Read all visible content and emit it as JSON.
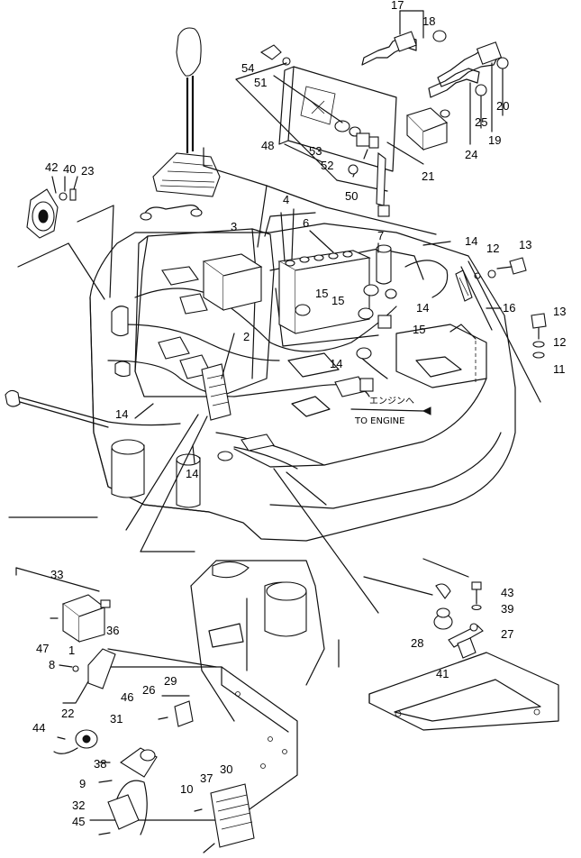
{
  "callouts": [
    {
      "id": "c17",
      "text": "17"
    },
    {
      "id": "c18",
      "text": "18"
    },
    {
      "id": "c54",
      "text": "54"
    },
    {
      "id": "c51",
      "text": "51"
    },
    {
      "id": "c20",
      "text": "20"
    },
    {
      "id": "c25",
      "text": "25"
    },
    {
      "id": "c24",
      "text": "24"
    },
    {
      "id": "c19",
      "text": "19"
    },
    {
      "id": "c48",
      "text": "48"
    },
    {
      "id": "c53",
      "text": "53"
    },
    {
      "id": "c52",
      "text": "52"
    },
    {
      "id": "c21",
      "text": "21"
    },
    {
      "id": "c50",
      "text": "50"
    },
    {
      "id": "c42",
      "text": "42"
    },
    {
      "id": "c40",
      "text": "40"
    },
    {
      "id": "c23",
      "text": "23"
    },
    {
      "id": "c3",
      "text": "3"
    },
    {
      "id": "c4",
      "text": "4"
    },
    {
      "id": "c6",
      "text": "6"
    },
    {
      "id": "c7",
      "text": "7"
    },
    {
      "id": "c14a",
      "text": "14"
    },
    {
      "id": "c12a",
      "text": "12"
    },
    {
      "id": "c13a",
      "text": "13"
    },
    {
      "id": "c15a",
      "text": "15"
    },
    {
      "id": "c15b",
      "text": "15"
    },
    {
      "id": "c14b",
      "text": "14"
    },
    {
      "id": "c15c",
      "text": "15"
    },
    {
      "id": "c16",
      "text": "16"
    },
    {
      "id": "c13b",
      "text": "13"
    },
    {
      "id": "c12b",
      "text": "12"
    },
    {
      "id": "c11",
      "text": "11"
    },
    {
      "id": "c2",
      "text": "2"
    },
    {
      "id": "c14c",
      "text": "14"
    },
    {
      "id": "c14d",
      "text": "14"
    },
    {
      "id": "c14e",
      "text": "14"
    },
    {
      "id": "c33",
      "text": "33"
    },
    {
      "id": "c43",
      "text": "43"
    },
    {
      "id": "c39",
      "text": "39"
    },
    {
      "id": "c28",
      "text": "28"
    },
    {
      "id": "c27",
      "text": "27"
    },
    {
      "id": "c47",
      "text": "47"
    },
    {
      "id": "c36",
      "text": "36"
    },
    {
      "id": "c1",
      "text": "1"
    },
    {
      "id": "c8",
      "text": "8"
    },
    {
      "id": "c41",
      "text": "41"
    },
    {
      "id": "c29",
      "text": "29"
    },
    {
      "id": "c26",
      "text": "26"
    },
    {
      "id": "c46",
      "text": "46"
    },
    {
      "id": "c22",
      "text": "22"
    },
    {
      "id": "c31",
      "text": "31"
    },
    {
      "id": "c44",
      "text": "44"
    },
    {
      "id": "c38",
      "text": "38"
    },
    {
      "id": "c9",
      "text": "9"
    },
    {
      "id": "c10",
      "text": "10"
    },
    {
      "id": "c37",
      "text": "37"
    },
    {
      "id": "c30",
      "text": "30"
    },
    {
      "id": "c32",
      "text": "32"
    },
    {
      "id": "c45",
      "text": "45"
    }
  ],
  "engine_note": {
    "japanese": "エンジンへ",
    "english": "TO ENGINE"
  }
}
